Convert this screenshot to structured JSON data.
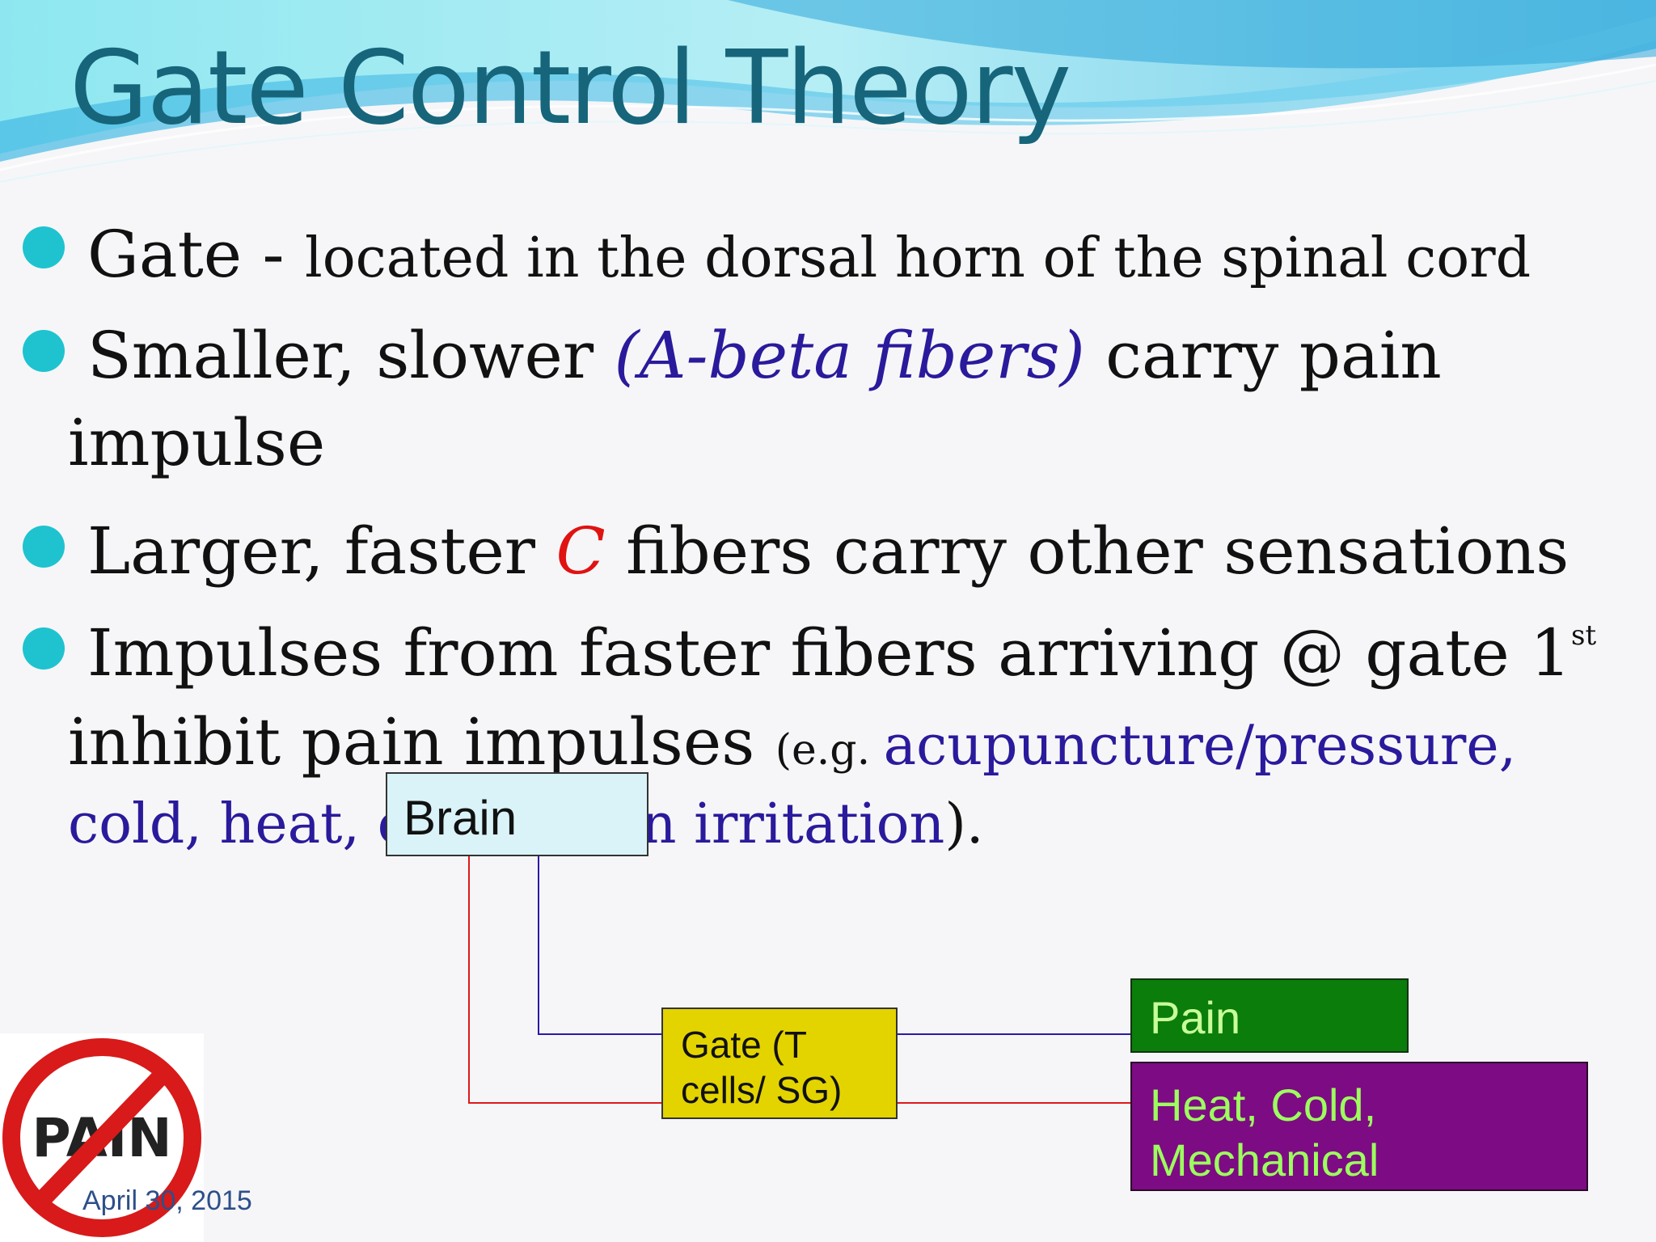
{
  "title": "Gate Control Theory",
  "bullets": {
    "b1": {
      "lead": "Gate - ",
      "rest": "located in the dorsal horn of the spinal cord"
    },
    "b2": {
      "pre": "Smaller, slower ",
      "highlight": "(A-beta fibers)",
      "post": " carry pain",
      "cont": "impulse"
    },
    "b3": {
      "pre": "Larger, faster ",
      "highlight": "C",
      "post": " fibers carry other sensations"
    },
    "b4": {
      "line1": "Impulses from faster fibers arriving @ gate 1",
      "sup": "st",
      "line2_main": "inhibit pain impulses ",
      "line2_eg": "(e.g. ",
      "line2_list": "acupuncture/pressure,",
      "line3_list_a": "cold, heat, c",
      "line3_list_b": "n irritation",
      "line3_end": ")."
    }
  },
  "diagram": {
    "brain": "Brain",
    "gate_line1": "Gate (T",
    "gate_line2": "cells/ SG)",
    "pain": "Pain",
    "heat_line1": "Heat, Cold,",
    "heat_line2": "Mechanical",
    "colors": {
      "pain_path": "#2a1aa8",
      "other_path": "#e01818"
    }
  },
  "logo": {
    "text": "PAIN",
    "icon": "no-pain-prohibition-icon"
  },
  "footer": {
    "date": "April 30, 2015"
  }
}
